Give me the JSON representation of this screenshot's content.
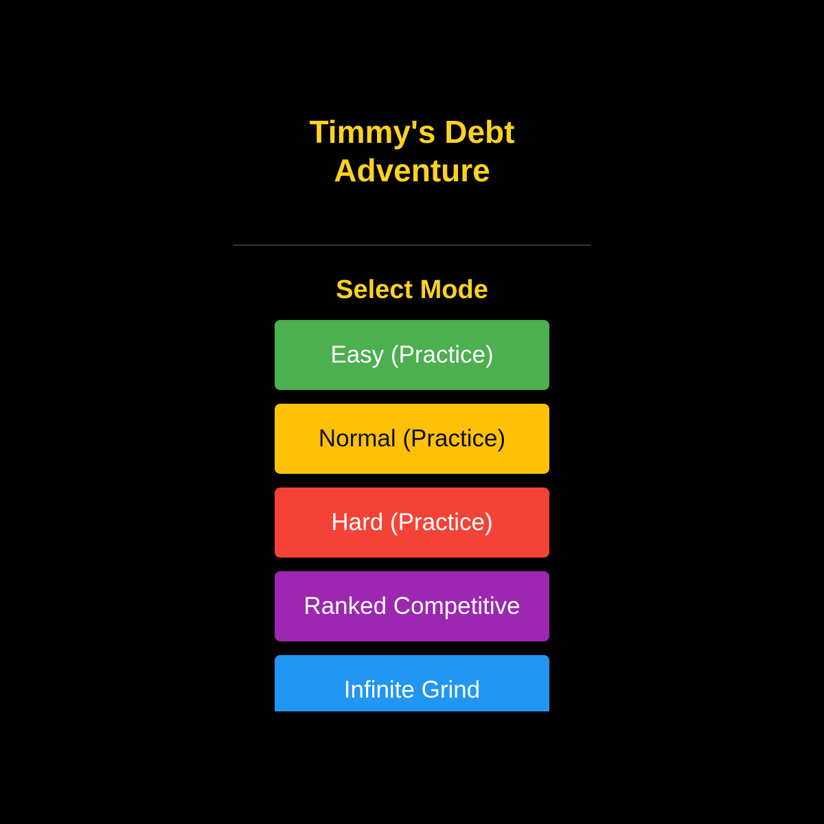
{
  "title": {
    "line1": "Timmy's Debt",
    "line2": "Adventure"
  },
  "menu": {
    "heading": "Select Mode",
    "modes": [
      {
        "label": "Easy (Practice)",
        "bg": "#4CAF50",
        "fg": "#FFFFFF"
      },
      {
        "label": "Normal (Practice)",
        "bg": "#FFC107",
        "fg": "#111111"
      },
      {
        "label": "Hard (Practice)",
        "bg": "#F44336",
        "fg": "#FFFFFF"
      },
      {
        "label": "Ranked Competitive",
        "bg": "#9C27B0",
        "fg": "#FFFFFF"
      },
      {
        "label": "Infinite Grind",
        "bg": "#2196F3",
        "fg": "#FFFFFF"
      }
    ]
  },
  "colors": {
    "background": "#000000",
    "accent": "#FFD21F",
    "divider": "#333333"
  }
}
